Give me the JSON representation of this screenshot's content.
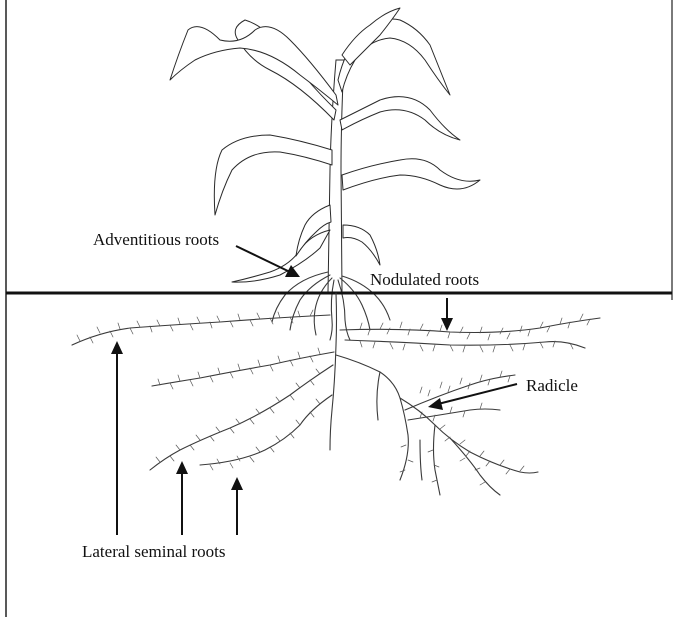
{
  "diagram": {
    "labels": {
      "adventitious": "Adventitious roots",
      "nodulated": "Nodulated roots",
      "radicle": "Radicle",
      "lateral": "Lateral seminal roots"
    },
    "colors": {
      "line": "#111111",
      "drawing": "#2a2a2a",
      "background": "#ffffff"
    }
  }
}
